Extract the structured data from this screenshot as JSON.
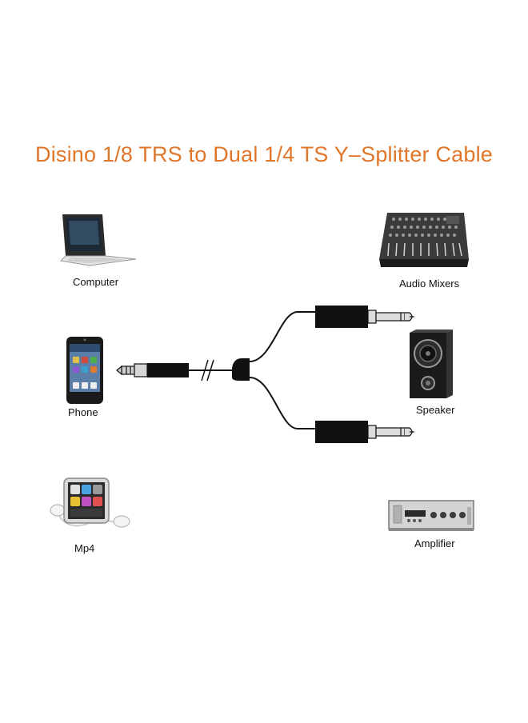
{
  "title": "Disino 1/8 TRS to Dual 1/4 TS Y–Splitter Cable",
  "colors": {
    "title": "#e0762a",
    "cable": "#111111",
    "plug_metal": "#c9c9c9",
    "background": "#ffffff"
  },
  "devices": {
    "computer": {
      "label": "Computer",
      "icon": "laptop-icon"
    },
    "phone": {
      "label": "Phone",
      "icon": "smartphone-icon"
    },
    "mp4": {
      "label": "Mp4",
      "icon": "media-player-with-earbuds-icon"
    },
    "audio_mixers": {
      "label": "Audio Mixers",
      "icon": "mixing-console-icon"
    },
    "speaker": {
      "label": "Speaker",
      "icon": "speaker-cabinet-icon"
    },
    "amplifier": {
      "label": "Amplifier",
      "icon": "amplifier-icon"
    }
  },
  "cable": {
    "input_plug": "1/8 TRS plug",
    "output_plugs": [
      "1/4 TS plug",
      "1/4 TS plug"
    ]
  }
}
